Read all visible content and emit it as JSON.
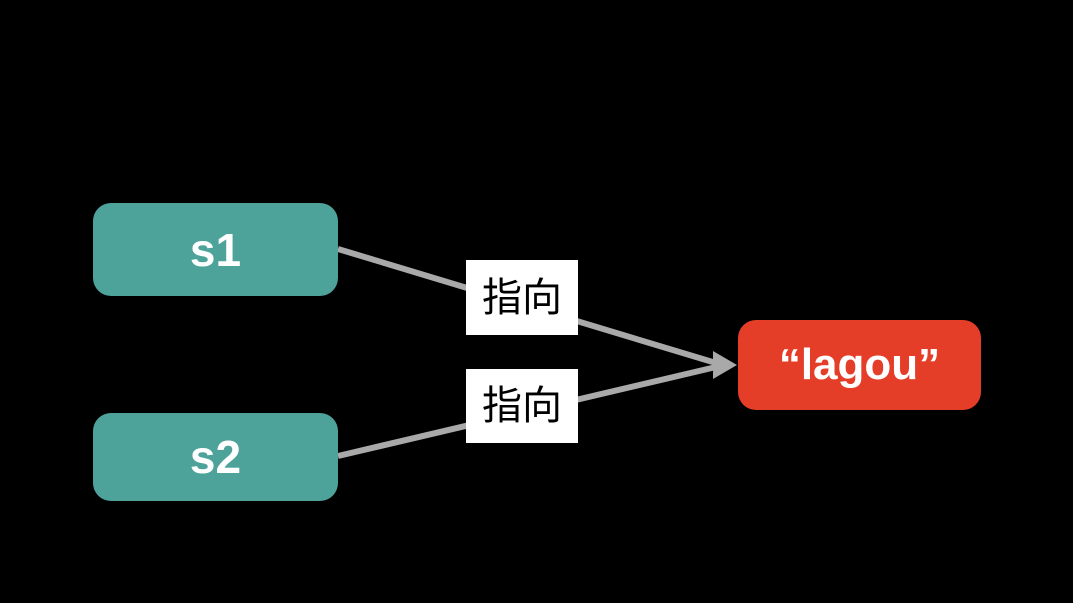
{
  "diagram": {
    "background_color": "#000000",
    "nodes": {
      "s1": {
        "label": "s1",
        "fill": "#4DA29A",
        "text_color": "#ffffff"
      },
      "s2": {
        "label": "s2",
        "fill": "#4DA29A",
        "text_color": "#ffffff"
      },
      "lagou": {
        "label": "“lagou”",
        "fill": "#E53E28",
        "text_color": "#ffffff"
      }
    },
    "edges": {
      "color": "#A9A9A9",
      "s1_to_lagou": {
        "label": "指向"
      },
      "s2_to_lagou": {
        "label": "指向"
      }
    }
  }
}
